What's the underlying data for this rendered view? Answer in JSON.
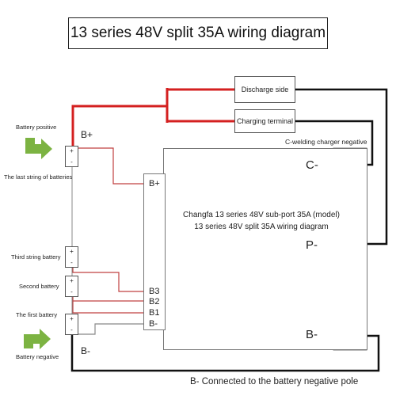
{
  "title": "13 series 48V split 35A wiring diagram",
  "labels": {
    "discharge_side": "Discharge side",
    "charging_terminal": "Charging terminal",
    "c_welding": "C-welding charger negative",
    "battery_positive": "Battery positive",
    "last_string": "The last string of batteries",
    "third_string": "Third string battery",
    "second_battery": "Second battery",
    "first_battery": "The first battery",
    "battery_negative": "Battery negative",
    "bplus_wire": "B+",
    "bminus_wire": "B-",
    "bottom_note": "B- Connected to the battery negative pole"
  },
  "board": {
    "line1": "Changfa 13 series 48V sub-port 35A (model)",
    "line2": "13 series 48V split 35A wiring diagram",
    "c_minus": "C-",
    "p_minus": "P-",
    "b_minus": "B-"
  },
  "port": {
    "bplus": "B+",
    "b3": "B3",
    "b2": "B2",
    "b1": "B1",
    "bminus": "B-"
  },
  "battery_symbols": {
    "plus": "+",
    "minus": "-"
  },
  "colors": {
    "red_wire": "#d42020",
    "black_wire": "#111111",
    "thin_red": "#c04040",
    "thin_gray": "#888888",
    "green_block": "#8ab740",
    "arrow_green": "#7cb342"
  }
}
